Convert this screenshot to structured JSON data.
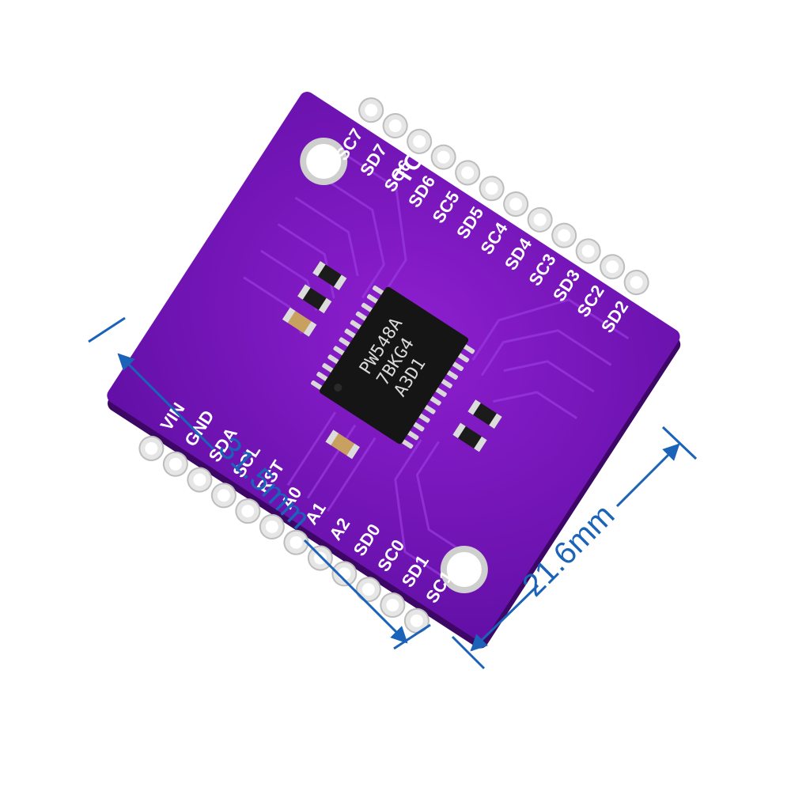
{
  "board": {
    "part_label": "TCA9548A",
    "chip_marking": [
      "PW548A",
      "7BKG4",
      "A3D1"
    ],
    "colors": {
      "pcb": "#7a12b8",
      "pcb_dark": "#5a0a8c",
      "pad": "#e6e6e6",
      "dimension": "#1a63b8"
    },
    "left_pins": [
      "VIN",
      "GND",
      "SDA",
      "SCL",
      "RST",
      "A0",
      "A1",
      "A2",
      "SD0",
      "SC0",
      "SD1",
      "SC1"
    ],
    "right_pins": [
      "SC7",
      "SD7",
      "SC6",
      "SD6",
      "SC5",
      "SD5",
      "SC4",
      "SD4",
      "SC3",
      "SD3",
      "SC2",
      "SD2"
    ]
  },
  "dimensions": {
    "length": "31.5mm",
    "width": "21.6mm"
  }
}
